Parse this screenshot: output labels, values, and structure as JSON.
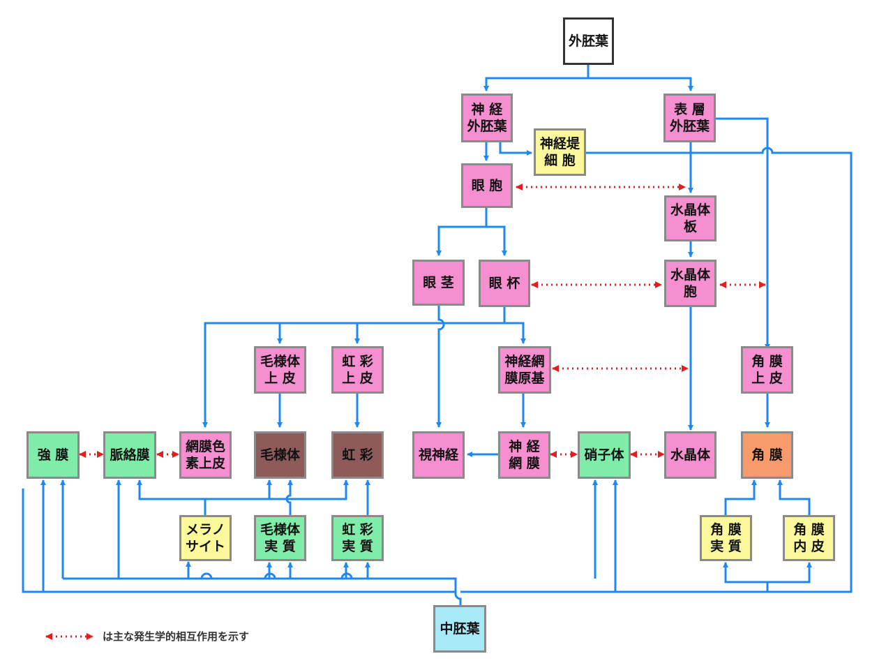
{
  "nodes": {
    "ectoderm": "外胚葉",
    "neural_ectoderm": "神 経\n外胚葉",
    "surface_ectoderm": "表 層\n外胚葉",
    "neural_crest": "神経堤\n細 胞",
    "optic_vesicle": "眼 胞",
    "lens_placode": "水晶体\n板",
    "optic_stalk": "眼 茎",
    "optic_cup": "眼 杯",
    "lens_vesicle": "水晶体\n胞",
    "ciliary_epithelium": "毛様体\n上 皮",
    "iris_epithelium": "虹 彩\n上 皮",
    "neural_retina_primordium": "神経網\n膜原基",
    "corneal_epithelium": "角 膜\n上 皮",
    "sclera": "強 膜",
    "choroid": "脈絡膜",
    "rpe": "網膜色\n素上皮",
    "ciliary_body": "毛様体",
    "iris": "虹 彩",
    "optic_nerve": "視神経",
    "neural_retina": "神 経\n網 膜",
    "vitreous": "硝子体",
    "lens": "水晶体",
    "cornea": "角 膜",
    "melanocyte": "メラノ\nサイト",
    "ciliary_stroma": "毛様体\n実 質",
    "iris_stroma": "虹 彩\n実 質",
    "corneal_stroma": "角 膜\n実 質",
    "corneal_endothelium": "角 膜\n内 皮",
    "mesoderm": "中胚葉"
  },
  "legend": "は主な発生学的相互作用を示す",
  "colors": {
    "arrow": "#1e88f0",
    "interaction": "#e02020",
    "pink": "#f58fd0",
    "green": "#7fecaa",
    "yellow": "#fbf99c",
    "brown": "#8e5a5a",
    "orange": "#f79a6c",
    "cyan": "#a8e9f7"
  }
}
